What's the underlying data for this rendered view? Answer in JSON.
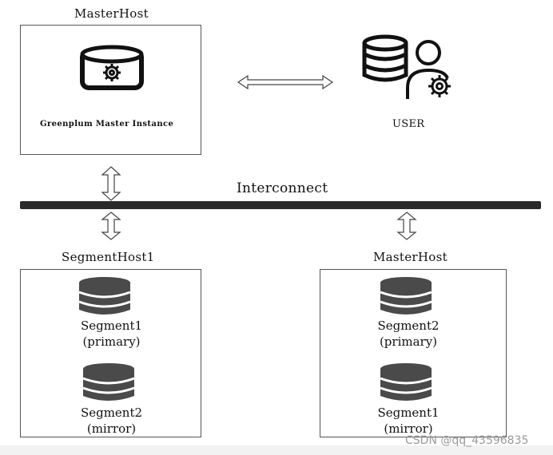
{
  "master": {
    "host_title": "MasterHost",
    "instance_label": "Greenplum Master Instance"
  },
  "user": {
    "label": "USER"
  },
  "network": {
    "label": "Interconnect"
  },
  "segment_host_1": {
    "title": "SegmentHost1",
    "primary_name": "Segment1",
    "primary_role": "(primary)",
    "mirror_name": "Segment2",
    "mirror_role": "(mirror)"
  },
  "segment_host_2": {
    "title": "MasterHost",
    "primary_name": "Segment2",
    "primary_role": "(primary)",
    "mirror_name": "Segment1",
    "mirror_role": "(mirror)"
  },
  "watermark": "CSDN @qq_43596835",
  "icons": {
    "master": "database-gear-icon",
    "user": "database-user-gear-icon",
    "segments": "database-stack-icon",
    "connectors": "double-arrow-icon"
  },
  "colors": {
    "ink": "#111111",
    "border": "#555555",
    "segment_db": "#4a4a4a",
    "interconnect": "#2a2a2a",
    "watermark": "#9a9a9a"
  }
}
